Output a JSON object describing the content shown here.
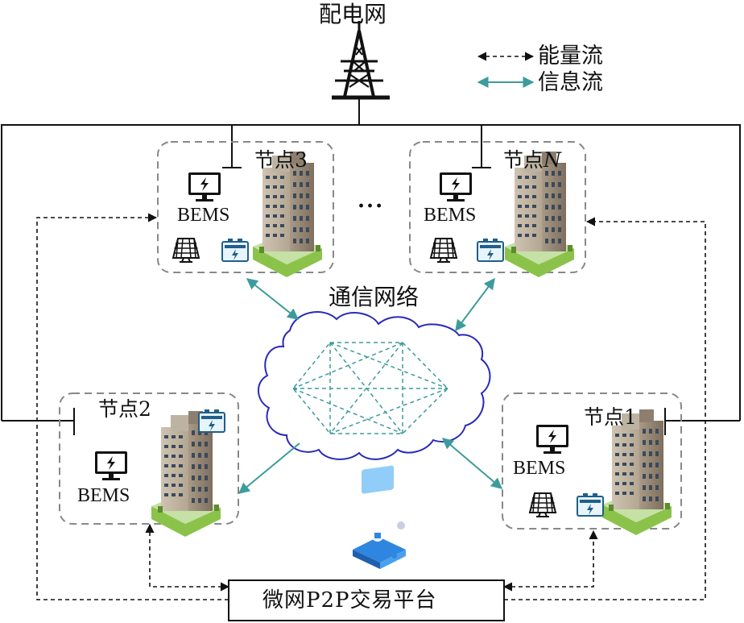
{
  "grid": {
    "label": "配电网"
  },
  "legend": {
    "energy_flow": "能量流",
    "info_flow": "信息流"
  },
  "network": {
    "label": "通信网络"
  },
  "ellipsis": "···",
  "nodes": {
    "node3": {
      "label": "节点3",
      "bems": "BEMS"
    },
    "nodeN": {
      "label_prefix": "节点",
      "label_italic": "N",
      "bems": "BEMS"
    },
    "node2": {
      "label": "节点2",
      "bems": "BEMS"
    },
    "node1": {
      "label": "节点1",
      "bems": "BEMS"
    }
  },
  "platform": {
    "label": "微网P2P交易平台"
  },
  "colors": {
    "info_flow": "#3d9b9b",
    "power_line": "#111111",
    "energy_flow": "#111111",
    "cloud_outline": "#2a2ab8",
    "node_border": "#888888",
    "mesh": "#3d9b9b"
  }
}
